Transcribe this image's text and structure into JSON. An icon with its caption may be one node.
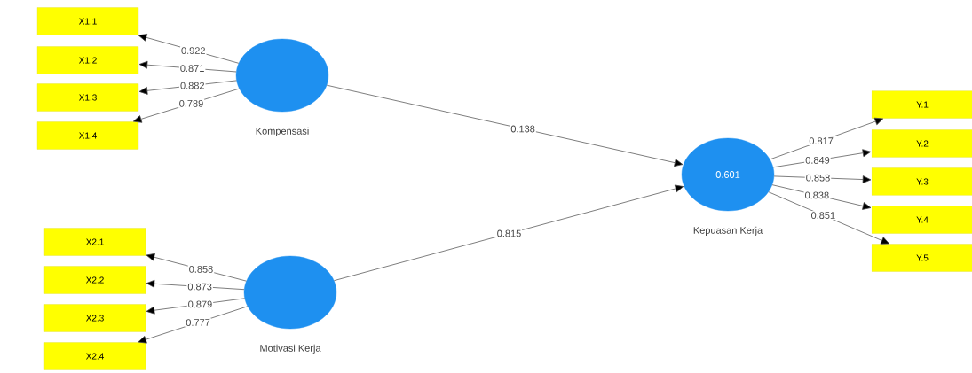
{
  "diagram": {
    "nodes": [
      {
        "text": [],
        "shape": "circle",
        "beside": [
          "Kompensasi"
        ]
      },
      {
        "text": [
          "X1.1"
        ]
      },
      {
        "text": [
          "X1.2"
        ]
      },
      {
        "text": [
          "X1.3"
        ]
      },
      {
        "text": [
          "X1.4"
        ]
      },
      {
        "text": [],
        "shape": "circle",
        "beside": [
          "Motivasi Kerja"
        ]
      },
      {
        "text": [
          "X2.1"
        ]
      },
      {
        "text": [
          "X2.2"
        ]
      },
      {
        "text": [
          "X2.3"
        ]
      },
      {
        "text": [
          "X2.4"
        ]
      },
      {
        "text": [
          "0.601"
        ],
        "beside": [
          "Kepuasan Kerja"
        ]
      },
      {
        "text": [
          "Y.1"
        ]
      },
      {
        "text": [
          "Y.2"
        ]
      },
      {
        "text": [
          "Y.3"
        ]
      },
      {
        "text": [
          "Y.4"
        ]
      },
      {
        "text": [
          "Y.5"
        ]
      }
    ],
    "edges": [
      {
        "from": 0,
        "to": 1,
        "arrow": "to",
        "label": "0.922"
      },
      {
        "from": 0,
        "to": 2,
        "arrow": "to",
        "label": "0.871"
      },
      {
        "from": 0,
        "to": 3,
        "arrow": "to",
        "label": "0.882"
      },
      {
        "from": 0,
        "to": 4,
        "arrow": "to",
        "label": "0.789"
      },
      {
        "from": 5,
        "to": 6,
        "arrow": "to",
        "label": "0.858"
      },
      {
        "from": 5,
        "to": 7,
        "arrow": "to",
        "label": "0.873"
      },
      {
        "from": 5,
        "to": 8,
        "arrow": "to",
        "label": "0.879"
      },
      {
        "from": 5,
        "to": 9,
        "arrow": "to",
        "label": "0.777"
      },
      {
        "from": 0,
        "to": 10,
        "arrow": "to",
        "label": "0.138"
      },
      {
        "from": 5,
        "to": 10,
        "arrow": "to",
        "label": "0.815"
      },
      {
        "from": 10,
        "to": 11,
        "arrow": "to",
        "label": "0.817"
      },
      {
        "from": 10,
        "to": 12,
        "arrow": "to",
        "label": "0.849"
      },
      {
        "from": 10,
        "to": 13,
        "arrow": "to",
        "label": "0.858"
      },
      {
        "from": 10,
        "to": 14,
        "arrow": "to",
        "label": "0.838"
      },
      {
        "from": 10,
        "to": 15,
        "arrow": "to",
        "label": "0.851"
      }
    ]
  }
}
